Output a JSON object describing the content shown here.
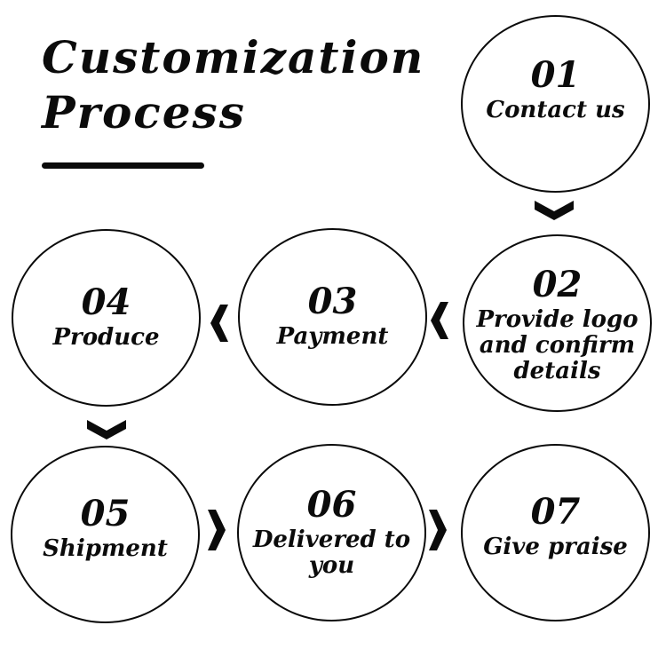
{
  "title": {
    "line1": "Customization",
    "line2": "Process"
  },
  "steps": [
    {
      "number": "01",
      "label": "Contact us"
    },
    {
      "number": "02",
      "label": "Provide logo and confirm details"
    },
    {
      "number": "03",
      "label": "Payment"
    },
    {
      "number": "04",
      "label": "Produce"
    },
    {
      "number": "05",
      "label": "Shipment"
    },
    {
      "number": "06",
      "label": "Delivered to you"
    },
    {
      "number": "07",
      "label": "Give praise"
    }
  ],
  "flow": [
    {
      "from": "01",
      "to": "02",
      "icon": "chevron-down-icon"
    },
    {
      "from": "02",
      "to": "03",
      "icon": "chevron-left-icon"
    },
    {
      "from": "03",
      "to": "04",
      "icon": "chevron-left-icon"
    },
    {
      "from": "04",
      "to": "05",
      "icon": "chevron-down-icon"
    },
    {
      "from": "05",
      "to": "06",
      "icon": "chevron-right-icon"
    },
    {
      "from": "06",
      "to": "07",
      "icon": "chevron-right-icon"
    }
  ],
  "colors": {
    "ink": "#0b0b0b",
    "background": "#ffffff"
  }
}
